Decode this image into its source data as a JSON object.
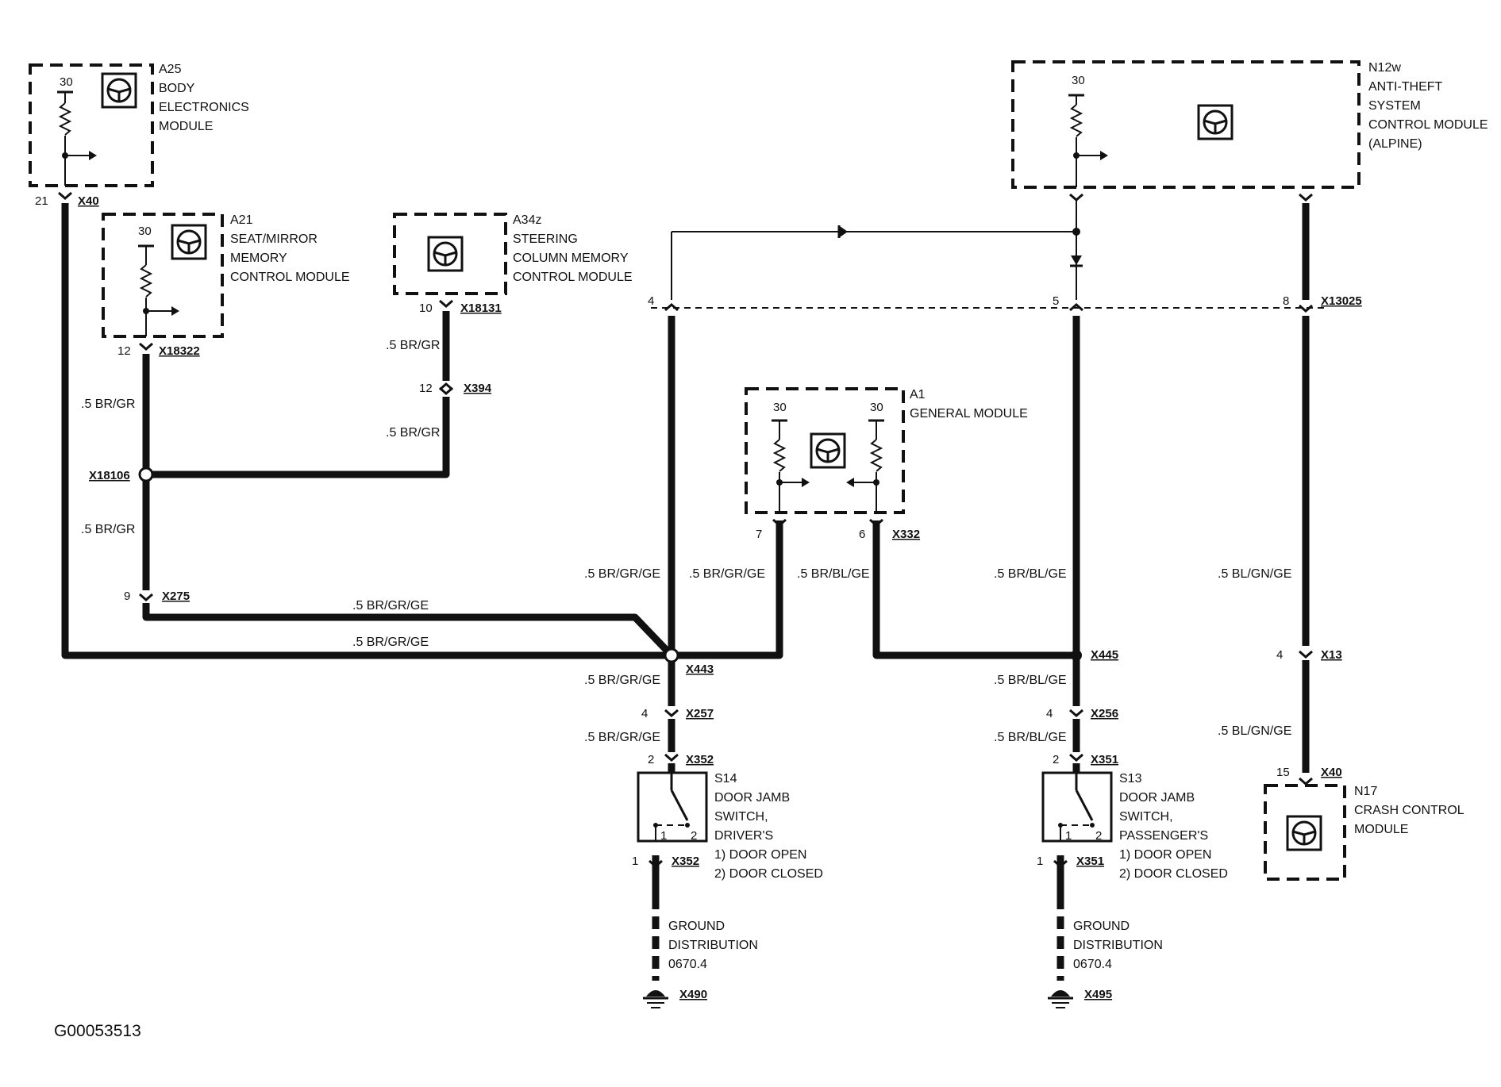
{
  "diagram_id": "G00053513",
  "modules": {
    "a25": {
      "code": "A25",
      "line1": "BODY",
      "line2": "ELECTRONICS",
      "line3": "MODULE",
      "pin_top": "30",
      "pin_out": "21",
      "conn": "X40"
    },
    "a21": {
      "code": "A21",
      "line1": "SEAT/MIRROR",
      "line2": "MEMORY",
      "line3": "CONTROL MODULE",
      "pin_top": "30",
      "pin_out": "12",
      "conn": "X18322"
    },
    "a34z": {
      "code": "A34z",
      "line1": "STEERING",
      "line2": "COLUMN MEMORY",
      "line3": "CONTROL MODULE",
      "pin_out": "10",
      "conn": "X18131"
    },
    "n12w": {
      "code": "N12w",
      "line1": "ANTI-THEFT",
      "line2": "SYSTEM",
      "line3": "CONTROL MODULE",
      "line4": "(ALPINE)",
      "pin_top": "30"
    },
    "a1": {
      "code": "A1",
      "line1": "GENERAL MODULE",
      "pin_top_left": "30",
      "pin_top_right": "30",
      "pin_left": "7",
      "pin_right": "6",
      "conn": "X332"
    },
    "n17": {
      "code": "N17",
      "line1": "CRASH CONTROL",
      "line2": "MODULE",
      "pin_in": "15",
      "conn": "X40"
    }
  },
  "switches": {
    "s14": {
      "code": "S14",
      "line1": "DOOR JAMB",
      "line2": "SWITCH,",
      "line3": "DRIVER'S",
      "opt1": "1)   DOOR OPEN",
      "opt2": "2)   DOOR CLOSED",
      "pin_top": "2",
      "conn_top": "X352",
      "pin_bottom": "1",
      "conn_bottom": "X352",
      "contact1": "1",
      "contact2": "2"
    },
    "s13": {
      "code": "S13",
      "line1": "DOOR JAMB",
      "line2": "SWITCH,",
      "line3": "PASSENGER'S",
      "opt1": "1)   DOOR OPEN",
      "opt2": "2)   DOOR CLOSED",
      "pin_top": "2",
      "conn_top": "X351",
      "pin_bottom": "1",
      "conn_bottom": "X351",
      "contact1": "1",
      "contact2": "2"
    }
  },
  "connectors": {
    "x13025": {
      "conn": "X13025",
      "pin_a": "4",
      "pin_b": "5",
      "pin_c": "8"
    },
    "x394": {
      "conn": "X394",
      "pin": "12"
    },
    "x18106": {
      "conn": "X18106"
    },
    "x275": {
      "conn": "X275",
      "pin": "9"
    },
    "x443": {
      "conn": "X443"
    },
    "x445": {
      "conn": "X445"
    },
    "x257": {
      "conn": "X257",
      "pin": "4"
    },
    "x256": {
      "conn": "X256",
      "pin": "4"
    },
    "x13": {
      "conn": "X13",
      "pin": "4"
    }
  },
  "wires": {
    "br_gr_1": ".5 BR/GR",
    "br_gr_2": ".5 BR/GR",
    "br_gr_3": ".5 BR/GR",
    "br_gr_4": ".5 BR/GR",
    "br_gr_ge_1": ".5 BR/GR/GE",
    "br_gr_ge_2": ".5 BR/GR/GE",
    "br_gr_ge_3": ".5 BR/GR/GE",
    "br_gr_ge_4": ".5 BR/GR/GE",
    "br_gr_ge_5": ".5 BR/GR/GE",
    "br_gr_ge_6": ".5 BR/GR/GE",
    "br_bl_ge_1": ".5 BR/BL/GE",
    "br_bl_ge_2": ".5 BR/BL/GE",
    "br_bl_ge_3": ".5 BR/BL/GE",
    "br_bl_ge_4": ".5 BR/BL/GE",
    "bl_gn_ge_1": ".5 BL/GN/GE",
    "bl_gn_ge_2": ".5 BL/GN/GE"
  },
  "grounds": {
    "left": {
      "line1": "GROUND",
      "line2": "DISTRIBUTION",
      "line3": "0670.4",
      "conn": "X490"
    },
    "right": {
      "line1": "GROUND",
      "line2": "DISTRIBUTION",
      "line3": "0670.4",
      "conn": "X495"
    }
  }
}
